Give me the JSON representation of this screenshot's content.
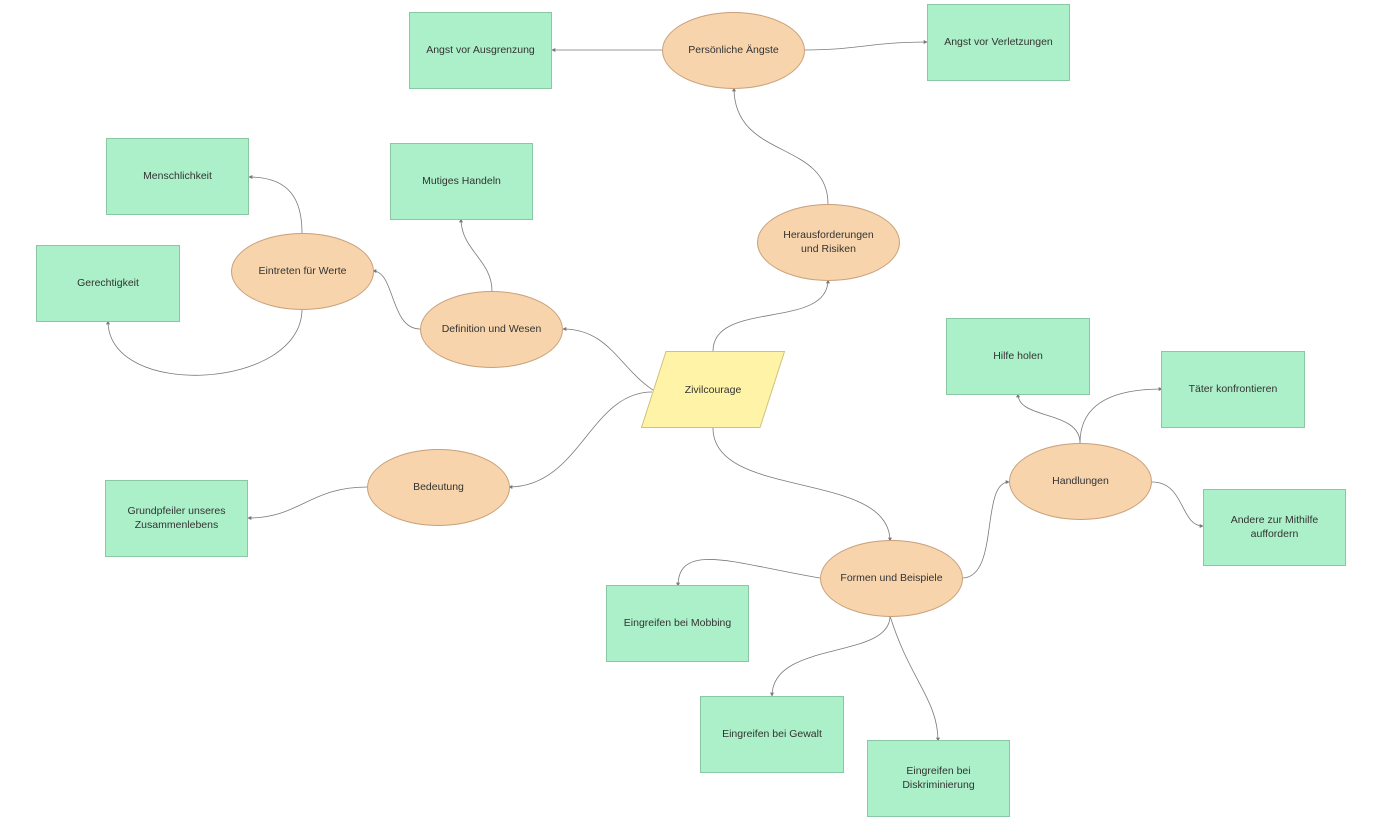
{
  "colors": {
    "leaf_fill": "#abf0c8",
    "branch_fill": "#f7d4ac",
    "root_fill": "#fff3a8",
    "connector": "#7a7a7a"
  },
  "root": {
    "label": "Zivilcourage"
  },
  "branches": {
    "persoenliche_aengste": "Persönliche Ängste",
    "herausforderungen": "Herausforderungen\nund Risiken",
    "eintreten": "Eintreten für Werte",
    "definition": "Definition und Wesen",
    "bedeutung": "Bedeutung",
    "handlungen": "Handlungen",
    "formen": "Formen und Beispiele"
  },
  "leaves": {
    "angst_ausgrenzung": "Angst vor Ausgrenzung",
    "angst_verletzungen": "Angst vor Verletzungen",
    "menschlichkeit": "Menschlichkeit",
    "mutiges_handeln": "Mutiges Handeln",
    "gerechtigkeit": "Gerechtigkeit",
    "hilfe_holen": "Hilfe holen",
    "taeter": "Täter konfrontieren",
    "grundpfeiler": "Grundpfeiler unseres\nZusammenlebens",
    "mithilfe": "Andere zur Mithilfe\nauffordern",
    "mobbing": "Eingreifen bei Mobbing",
    "gewalt": "Eingreifen bei Gewalt",
    "diskriminierung": "Eingreifen bei\nDiskriminierung"
  }
}
